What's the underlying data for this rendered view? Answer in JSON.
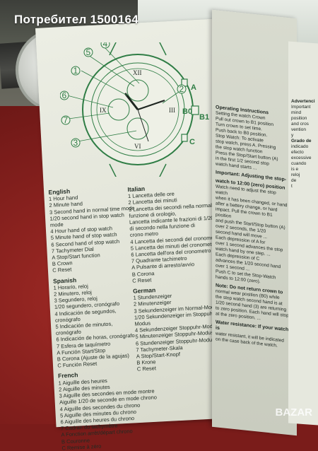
{
  "watermark": {
    "top": "Потребител 1500164",
    "bottom": "BAZAR"
  },
  "colors": {
    "accent_green": "#2f7d45",
    "paper": "#e6e8de",
    "cloth": "#7a1c1a"
  },
  "diagram": {
    "callouts": [
      "1",
      "2",
      "3",
      "4",
      "5",
      "6",
      "7"
    ],
    "side_labels": {
      "A": "A",
      "B0": "B0",
      "B1": "B1",
      "C": "C"
    },
    "dial_numerals": [
      "XII",
      "III",
      "VI",
      "IX"
    ]
  },
  "english": {
    "title": "English",
    "items": [
      "1  Hour hand",
      "2  Minute hand",
      "3  Second hand in normal time mode",
      "    1/20 second hand in stop watch",
      "    mode",
      "4  Hour hand of stop watch",
      "5  Minute hand of stop watch",
      "6  Second hand of stop watch",
      "7  Tachymeter Dial",
      "A  Stop/Start function",
      "B  Crown",
      "C  Reset"
    ]
  },
  "spanish": {
    "title": "Spanish",
    "items": [
      "1  Horario, reloj",
      "2  Minutero, reloj",
      "3  Segundero, reloj",
      "    1/20 segundero, cronógrafo",
      "4  Indicación de segundos,",
      "    cronógrafo",
      "5  Indicación de minutos,",
      "    cronógrafo",
      "6  Indicación de horas, cronógrafo",
      "7  Esfera de taquímetro",
      "A  Función Start/Stop",
      "B  Corona (Ajuste de la agujas)",
      "C  Función Reset"
    ]
  },
  "french": {
    "title": "French",
    "items": [
      "1  Aiguille des heures",
      "2  Aiguille des minutes",
      "3  Aiguille des secondes en mode montre",
      "    Aiguille 1/20 de seconde en mode chrono",
      "4  Aiguille des secondes du chrono",
      "5  Aiguille des minutes du chrono",
      "6  Aiguille des heures du chrono",
      "7  Cadran du tachymètre",
      "A  Fonction arrêt/départ chrono",
      "B  Couronne",
      "C  Remise à zéro"
    ]
  },
  "italian": {
    "title": "Italian",
    "items": [
      "1  Lancetta delle ore",
      "2  Lancetta dei minuti",
      "3  Lancetta dei secondi nella normale",
      "    funzione di orologio,",
      "    Lancetta indicante le frazioni di 1/20",
      "    di secondo nella funzione di",
      "    crono metro",
      "4  Lancetta dei secondi del cronometro",
      "5  Lancetta dei minuti del cronometro",
      "6  Lancetta dell'ora del cronometro",
      "7  Quadrante tachimetro",
      "A  Pulsante di arresto/avvio",
      "B  Corona",
      "C  Reset"
    ]
  },
  "german": {
    "title": "German",
    "items": [
      "1  Stundenzeiger",
      "2  Minutenzeiger",
      "3  Sekundenzeiger im Normal-Modus",
      "    1/20 Sekundenzeiger im Stoppuhr-",
      "    Modus",
      "4  Sekundenzeiger Stoppuhr-Modus",
      "5  Minutenzeiger Stoppuhr-Modus",
      "6  Stundenzeiger Stoppuhr-Modus",
      "7  Tachymeter-Skala",
      "A  Stop/Start-Knopf",
      "B  Krone",
      "C  Reset"
    ]
  },
  "instructions": {
    "lines": [
      "Operating Instructions",
      "Setting the watch  Crown",
      "Pull out crown to B1 position",
      "Turn crown to set time.",
      "Push back to B0 position.",
      "Stop Watch: To activate",
      "stop watch, press A. Pressing",
      "the stop watch function",
      "Press the Stop/Start button (A)",
      "in the first 1/2 second stop",
      "watch hand starts ...",
      "Important: Adjusting the stop-",
      "watch to 12:00 (zero) position",
      "Watch need to adjust the stop watch",
      "when it has been changed, or hand",
      "after a battery change, or hard",
      "impact. Pull the crown to B1 position",
      "and push the Start/Stop button (A)",
      "over 2 seconds, the 1/20",
      "second hand will move ...",
      "Each depression of A for",
      "over 1 second advances the stop",
      "watch hand by one step. ...",
      "Each depression of C",
      "advances the 1/20 second hand",
      "over 1 second ...",
      "Push C to set the Stop-Watch",
      "hands to 12:00 (zero).",
      "Note: Do not return crown to",
      "normal wear position (B0) while",
      "the stop watch second hand is at",
      "1/20 second hand (3) are returning",
      "to zero position. Each hand will stop",
      "at the zero position. ...",
      "Water resistance: If your watch is",
      "water resistant, it will be indicated",
      "on the case back of the watch."
    ]
  },
  "far_column": {
    "lines": [
      "Advertenci",
      "Important",
      "mind",
      "position",
      "and cros",
      "vention",
      "y",
      "Grado de",
      "indicado",
      "efecto",
      "excessive",
      "cuando",
      "is e",
      "reloj",
      "de",
      "t"
    ]
  }
}
